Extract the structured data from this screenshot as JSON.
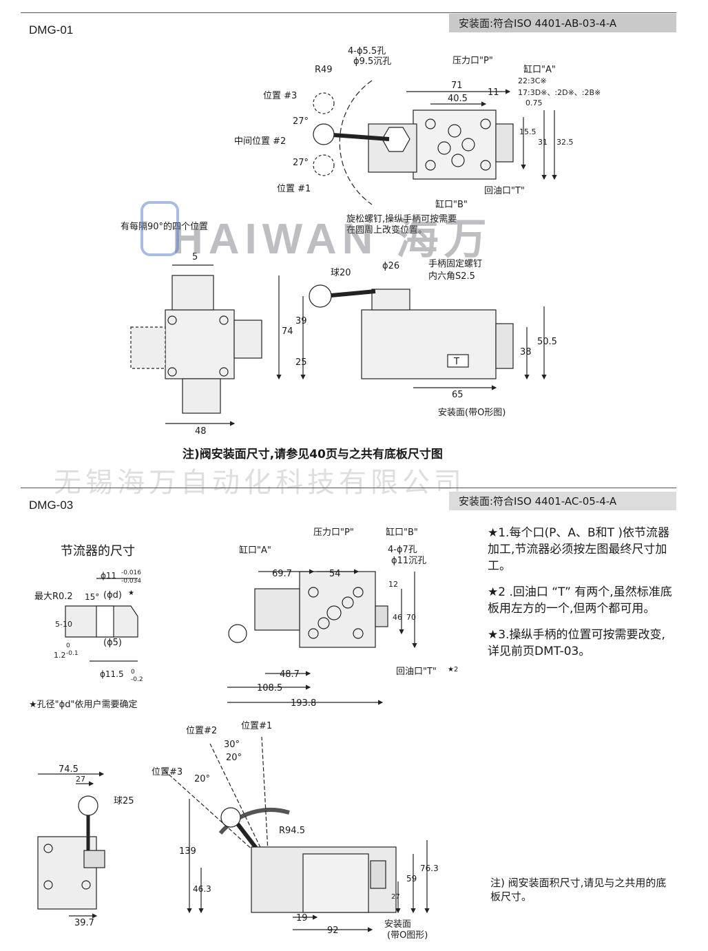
{
  "dmg01": {
    "model": "DMG-01",
    "standard": "安装面:符合ISO 4401-AB-03-4-A",
    "labels": {
      "holes": "4-ϕ5.5孔",
      "counterbore": "ϕ9.5沉孔",
      "r49": "R49",
      "port_p": "压力口\"P\"",
      "port_a": "缸口\"A\"",
      "port_a_sub1": "22:3C※",
      "port_a_sub2": "17:3D※、:2D※、:2B※",
      "pos3": "位置 #3",
      "pos_mid": "中间位置 #2",
      "pos1": "位置 #1",
      "port_b": "缸口\"B\"",
      "port_t": "回油口\"T\"",
      "loosen": "旋松螺钉,操纵手柄可按需要",
      "loosen2": "在圆周上改变位置。",
      "four_pos": "有每隔90°的四个位置",
      "ball": "球20",
      "phi26": "ϕ26",
      "handle_screw": "手柄固定螺钉",
      "hex": "内六角S2.5",
      "mount_face": "安装面(带O形图)",
      "t_mark": "T"
    },
    "dims": {
      "d71": "71",
      "d40_5": "40.5",
      "d11": "11",
      "d0_75": "0.75",
      "d15_5": "15.5",
      "d31": "31",
      "d32_5": "32.5",
      "a27a": "27°",
      "a27b": "27°",
      "d5": "5",
      "d74": "74",
      "d48": "48",
      "d39": "39",
      "d25": "25",
      "d38": "38",
      "d50_5": "50.5",
      "d65": "65"
    },
    "note": "注)阀安装面尺寸,请参见40页与之共有底板尺寸图"
  },
  "watermark": {
    "logo": "HAIWAN 海万",
    "company": "无锡海万自动化科技有限公司"
  },
  "dmg03": {
    "model": "DMG-03",
    "standard": "安装面:符合ISO 4401-AC-05-4-A",
    "throttle": {
      "title": "节流器的尺寸",
      "max_r": "最大R0.2",
      "a15": "15°",
      "phid": "(ϕd)",
      "star": "★",
      "phi11": "ϕ11",
      "tol_top": "-0.016",
      "tol_bot": "-0.034",
      "d5_10": "5-10",
      "d1_2": "1.2",
      "tol_0": "0",
      "tol_01": "-0.1",
      "phi5": "(ϕ5)",
      "phi11_5": "ϕ11.5",
      "tol2_0": "0",
      "tol2_02": "-0.2",
      "footnote": "★孔径\"ϕd\"依用户需要确定"
    },
    "labels": {
      "port_p": "压力口\"P\"",
      "port_b": "缸口\"B\"",
      "port_a": "缸口\"A\"",
      "holes": "4-ϕ7孔",
      "counterbore": "ϕ11沉孔",
      "port_t": "回油口\"T\"",
      "star2": "★2",
      "pos2": "位置#2",
      "pos1": "位置#1",
      "pos3": "位置#3",
      "ball": "球25",
      "r94_5": "R94.5",
      "mount_face": "安装面",
      "mount_face2": "(带O图形)"
    },
    "dims": {
      "d69_7": "69.7",
      "d54": "54",
      "d12": "12",
      "d46": "46",
      "d70": "70",
      "d48_7": "48.7",
      "d108_5": "108.5",
      "d193_8": "193.8",
      "a30": "30°",
      "a20a": "20°",
      "a20b": "20°",
      "d74_5": "74.5",
      "d27a": "27",
      "d39_7": "39.7",
      "d139": "139",
      "d46_3": "46.3",
      "d59": "59",
      "d76_3": "76.3",
      "d27b": "27",
      "d19": "19",
      "d92": "92"
    },
    "notes": [
      "★1.每个口(P、A、B和T )依节流器加工,节流器必须按左图最终尺寸加工。",
      "★2 .回油口 “T” 有两个,虽然标准底板用左方的一个,但两个都可用。",
      "★3.操纵手柄的位置可按需要改变,详见前页DMT-03。"
    ],
    "note_bottom": "注) 阀安装面积尺寸,请见与之共用的底板尺寸。"
  }
}
